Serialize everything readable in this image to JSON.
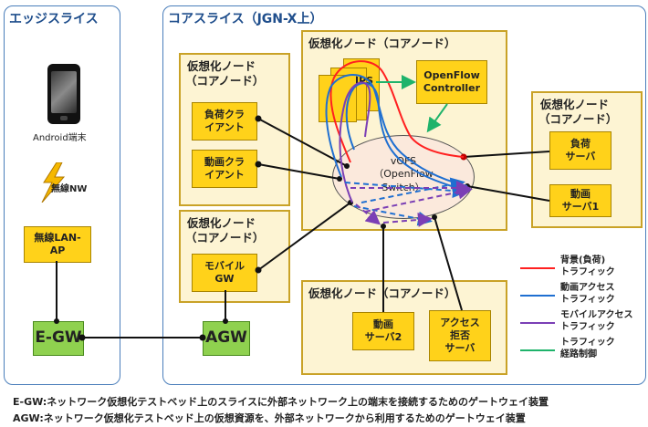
{
  "regions": {
    "edge": {
      "title": "エッジスライス"
    },
    "core": {
      "title": "コアスライス（JGN-X上）"
    }
  },
  "nodes": {
    "left_top": {
      "title_1": "仮想化ノード",
      "title_2": "（コアノード）"
    },
    "left_bottom": {
      "title_1": "仮想化ノード",
      "title_2": "（コアノード）"
    },
    "center_top": {
      "title": "仮想化ノード（コアノード）"
    },
    "right": {
      "title_1": "仮想化ノード",
      "title_2": "（コアノード）"
    },
    "center_bottom": {
      "title": "仮想化ノード（コアノード）"
    }
  },
  "boxes": {
    "load_client": "負荷クラ\nイアント",
    "video_client": "動画クラ\nイアント",
    "mobile_gw": "モバイル\nGW",
    "openflow_controller": "OpenFlow\nController",
    "load_server": "負荷\nサーバ",
    "video_server1": "動画\nサーバ1",
    "video_server2": "動画\nサーバ2",
    "access_reject_server": "アクセス\n拒否\nサーバ",
    "wireless_lan_ap": "無線LAN-\nAP",
    "egw": "E-GW",
    "agw": "AGW"
  },
  "labels": {
    "ips": "IPS",
    "vofs": "vOFS\n（OpenFlow\nSwitch）",
    "android": "Android端末",
    "wireless_nw": "無線NW"
  },
  "legend": [
    {
      "label": "背景(負荷)\nトラフィック",
      "color": "#ff2020"
    },
    {
      "label": "動画アクセス\nトラフィック",
      "color": "#1f6fd1"
    },
    {
      "label": "モバイルアクセス\nトラフィック",
      "color": "#7b3fb5"
    },
    {
      "label": "トラフィック\n経路制御",
      "color": "#1fb36b"
    }
  ],
  "footnotes": [
    "E-GW:ネットワーク仮想化テストベッド上のスライスに外部ネットワーク上の端末を接続するためのゲートウェイ装置",
    "AGW:ネットワーク仮想化テストベッド上の仮想資源を、外部ネットワークから利用するためのゲートウェイ装置"
  ]
}
